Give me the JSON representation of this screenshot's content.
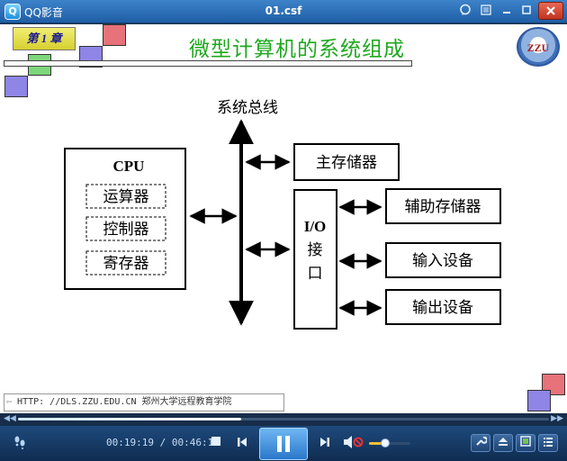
{
  "window": {
    "app_name": "QQ影音",
    "file_name": "01.csf",
    "logo_glyph": "Q",
    "buttons": {
      "skin_icon": "chat-icon",
      "list_icon": "list-icon",
      "minimize": "minimize-icon",
      "maximize": "maximize-icon",
      "close": "close-icon"
    }
  },
  "slide": {
    "chapter_badge": "第 1 章",
    "title": "微型计算机的系统组成",
    "footer_url": "HTTP: //DLS.ZZU.EDU.CN  郑州大学远程教育学院",
    "colors": {
      "title": "#1ea81e",
      "pink": "#e8727a",
      "green": "#7dd67a",
      "purple": "#8f85e6"
    },
    "diagram": {
      "bus_label": "系统总线",
      "cpu_label": "CPU",
      "cpu_parts": [
        "运算器",
        "控制器",
        "寄存器"
      ],
      "main_memory": "主存储器",
      "io_label": "I/O",
      "io_label2": "接",
      "io_label3": "口",
      "devices": [
        "辅助存储器",
        "输入设备",
        "输出设备"
      ]
    }
  },
  "player": {
    "progress_fraction": 0.42,
    "time_current": "00:19:19",
    "time_total": "00:46:19",
    "time_separator": " / ",
    "volume_fraction": 0.4,
    "colors": {
      "accent": "#2a78c9",
      "volume": "#f1c232"
    }
  }
}
